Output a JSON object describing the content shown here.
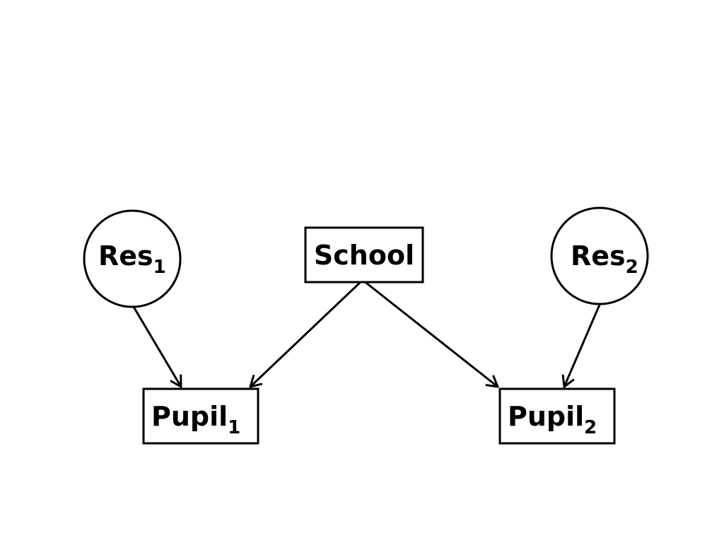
{
  "diagram": {
    "nodes": {
      "res1": {
        "label": "Res",
        "subscript": "1",
        "shape": "circle"
      },
      "school": {
        "label": "School",
        "subscript": "",
        "shape": "rectangle"
      },
      "res2": {
        "label": "Res",
        "subscript": "2",
        "shape": "circle"
      },
      "pupil1": {
        "label": "Pupil",
        "subscript": "1",
        "shape": "rectangle"
      },
      "pupil2": {
        "label": "Pupil",
        "subscript": "2",
        "shape": "rectangle"
      }
    },
    "edges": [
      {
        "from": "res1",
        "to": "pupil1"
      },
      {
        "from": "school",
        "to": "pupil1"
      },
      {
        "from": "school",
        "to": "pupil2"
      },
      {
        "from": "res2",
        "to": "pupil2"
      }
    ],
    "colors": {
      "stroke": "#000000",
      "background": "#ffffff"
    }
  }
}
